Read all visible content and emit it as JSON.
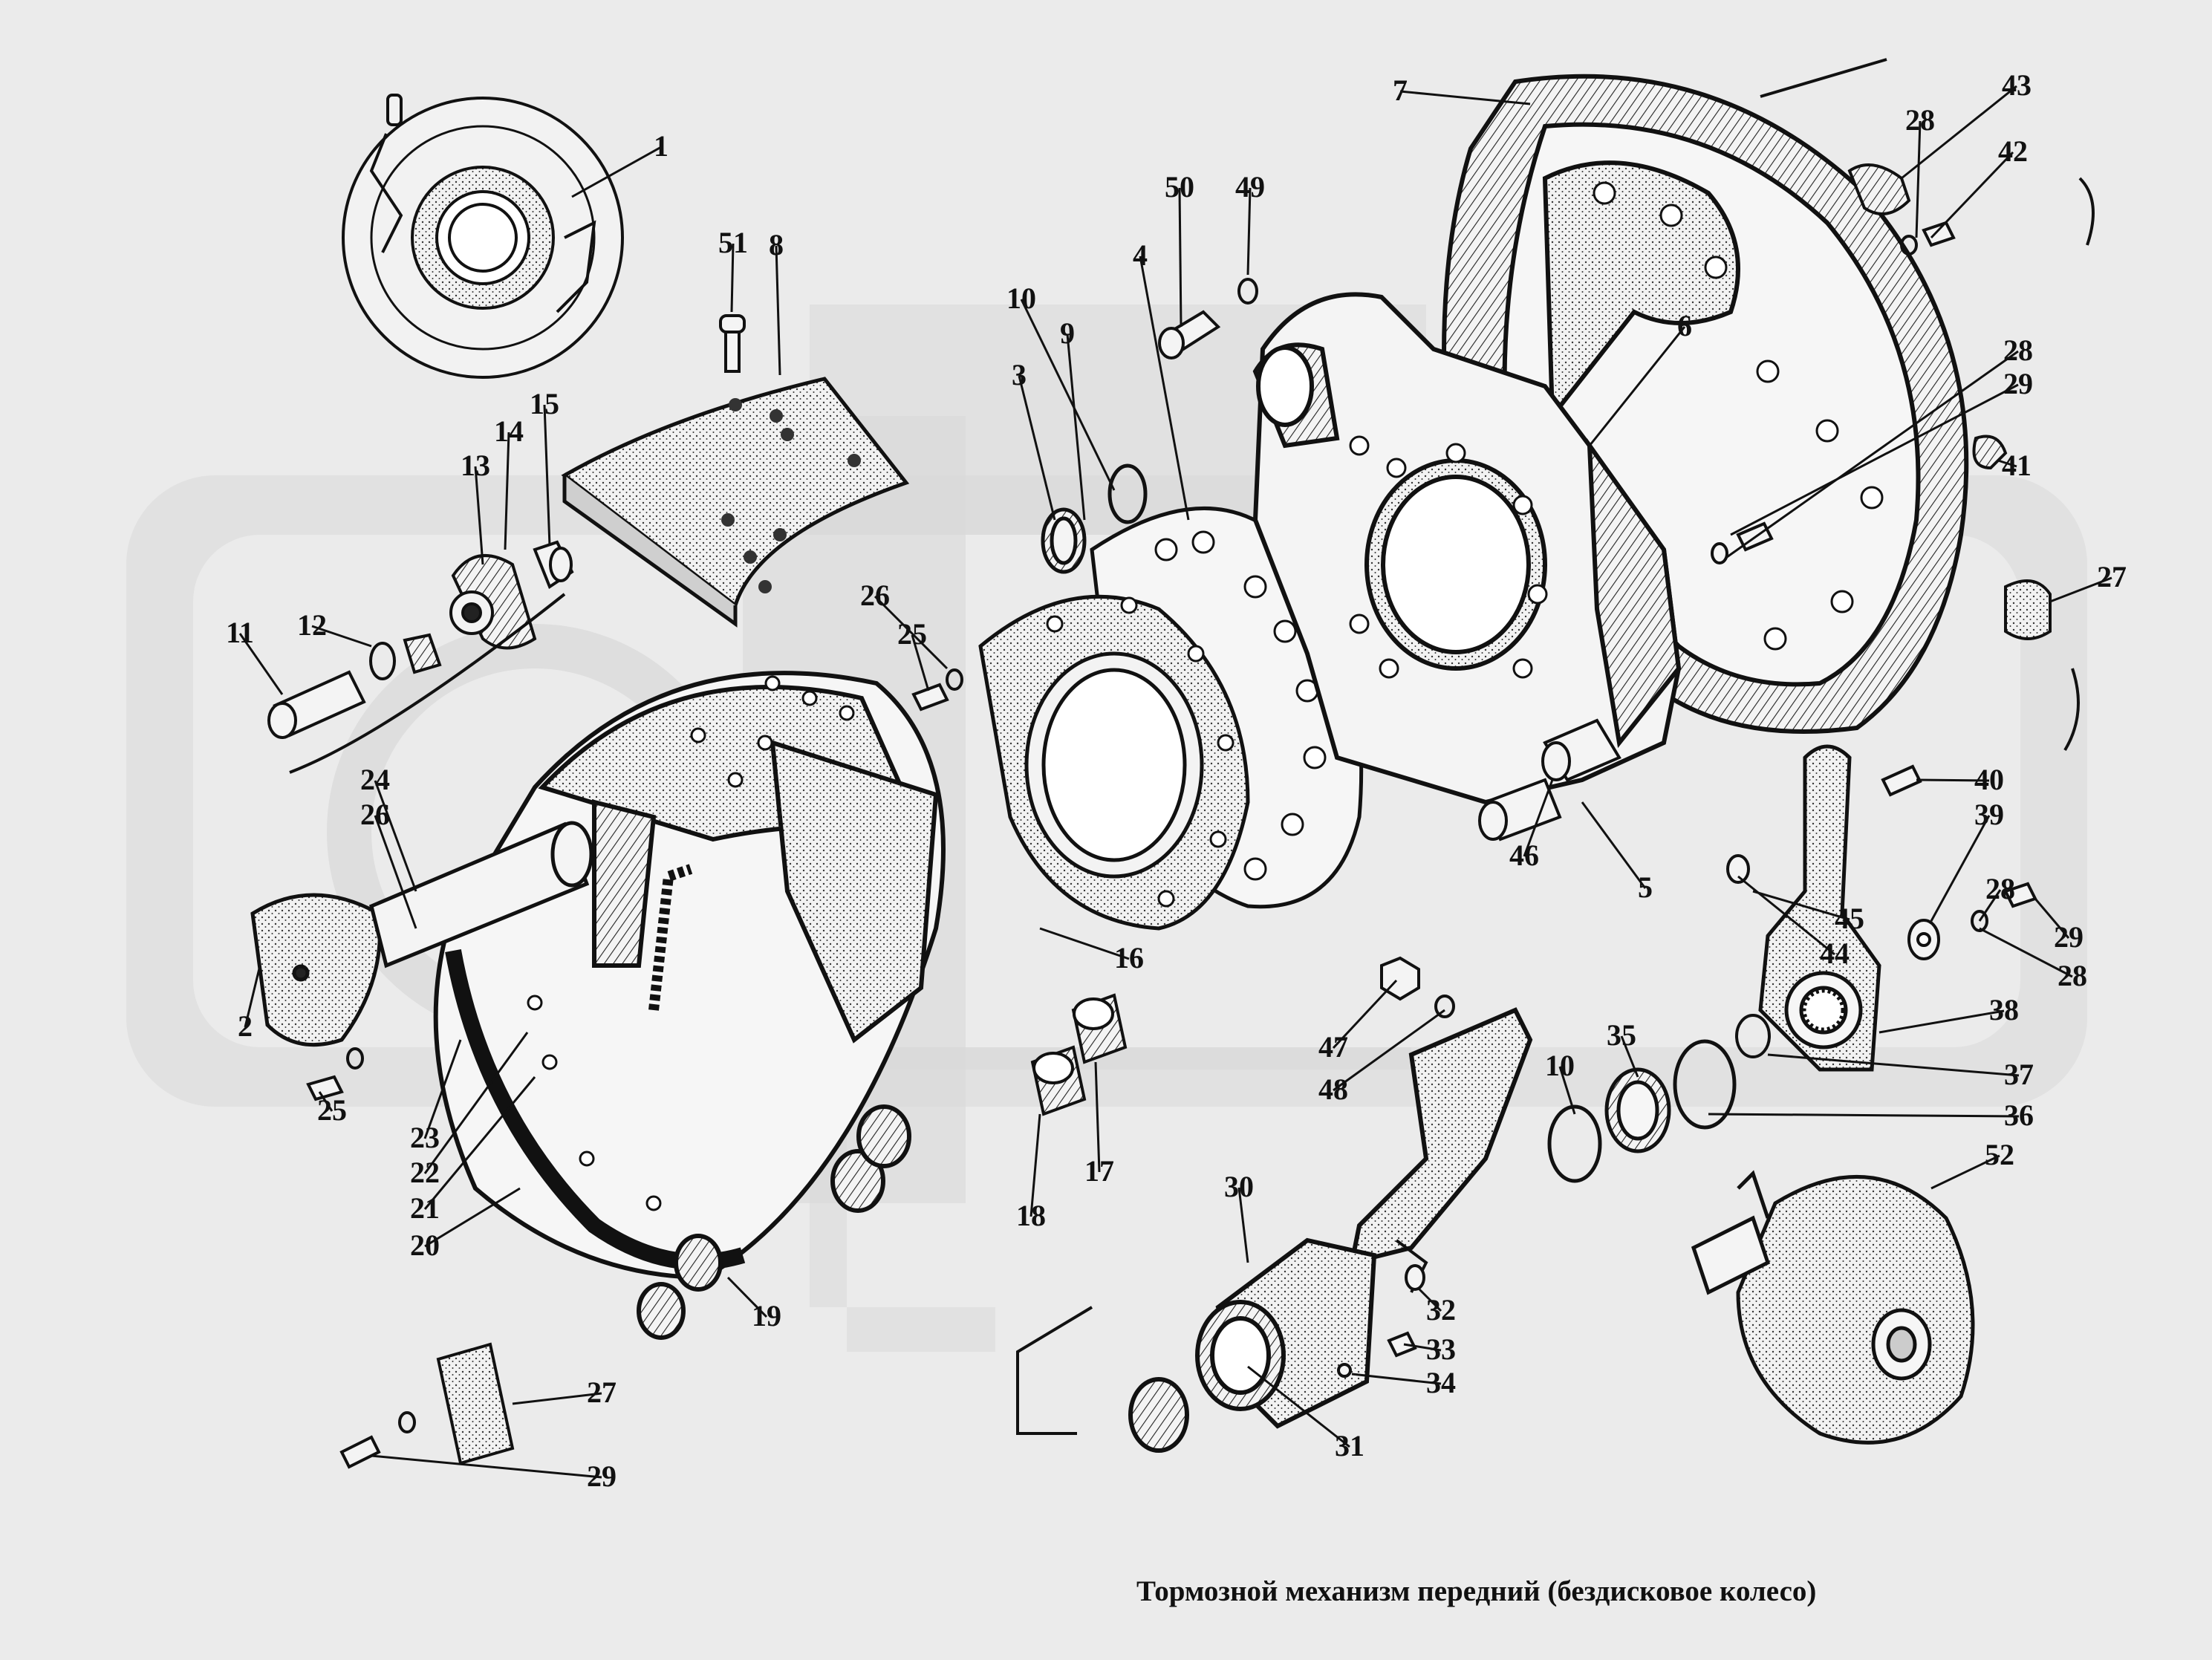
{
  "caption": "Тормозной механизм передний (бездисковое колесо)",
  "callouts": [
    {
      "label": "1"
    },
    {
      "label": "2"
    },
    {
      "label": "3"
    },
    {
      "label": "4"
    },
    {
      "label": "5"
    },
    {
      "label": "6"
    },
    {
      "label": "7"
    },
    {
      "label": "8"
    },
    {
      "label": "9"
    },
    {
      "label": "10"
    },
    {
      "label": "10"
    },
    {
      "label": "11"
    },
    {
      "label": "12"
    },
    {
      "label": "13"
    },
    {
      "label": "14"
    },
    {
      "label": "15"
    },
    {
      "label": "16"
    },
    {
      "label": "17"
    },
    {
      "label": "18"
    },
    {
      "label": "19"
    },
    {
      "label": "20"
    },
    {
      "label": "21"
    },
    {
      "label": "22"
    },
    {
      "label": "23"
    },
    {
      "label": "24"
    },
    {
      "label": "25"
    },
    {
      "label": "25"
    },
    {
      "label": "26"
    },
    {
      "label": "26"
    },
    {
      "label": "27"
    },
    {
      "label": "27"
    },
    {
      "label": "28"
    },
    {
      "label": "28"
    },
    {
      "label": "28"
    },
    {
      "label": "28"
    },
    {
      "label": "29"
    },
    {
      "label": "29"
    },
    {
      "label": "29"
    },
    {
      "label": "30"
    },
    {
      "label": "31"
    },
    {
      "label": "32"
    },
    {
      "label": "33"
    },
    {
      "label": "34"
    },
    {
      "label": "35"
    },
    {
      "label": "36"
    },
    {
      "label": "37"
    },
    {
      "label": "38"
    },
    {
      "label": "39"
    },
    {
      "label": "40"
    },
    {
      "label": "41"
    },
    {
      "label": "42"
    },
    {
      "label": "43"
    },
    {
      "label": "44"
    },
    {
      "label": "45"
    },
    {
      "label": "46"
    },
    {
      "label": "47"
    },
    {
      "label": "48"
    },
    {
      "label": "49"
    },
    {
      "label": "50"
    },
    {
      "label": "51"
    },
    {
      "label": "52"
    }
  ]
}
